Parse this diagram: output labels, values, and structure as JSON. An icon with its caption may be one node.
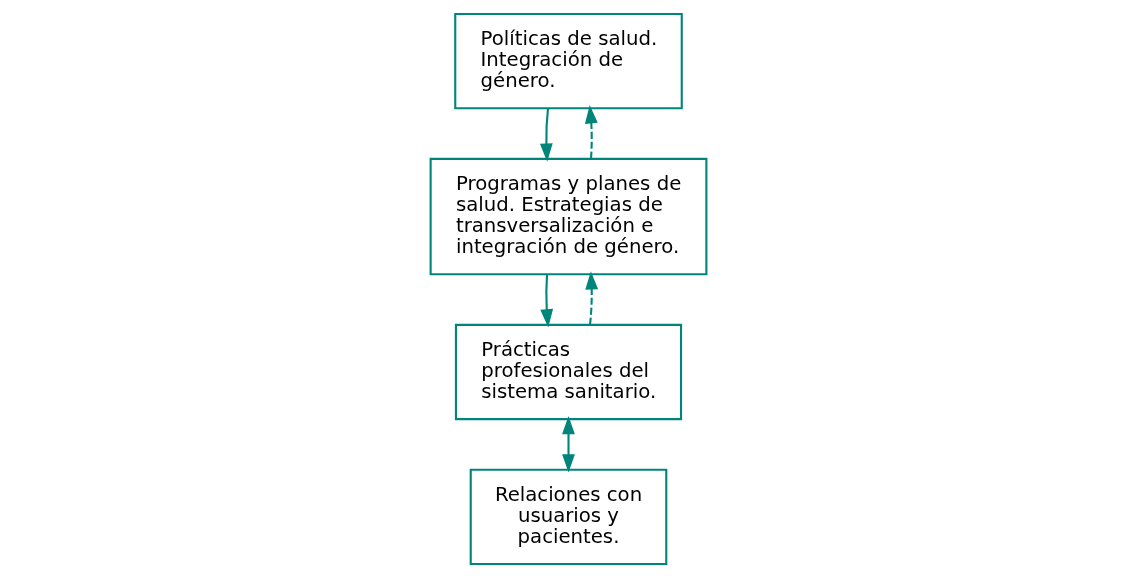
{
  "diagram": {
    "nodes": [
      {
        "text": [
          "Políticas de salud. Integración de género."
        ]
      },
      {
        "text": [
          "Programas y planes de salud. Estrategias de transversalización e integración de género."
        ]
      },
      {
        "text": [
          "Prácticas profesionales del sistema sanitario."
        ]
      },
      {
        "text": [
          "Relaciones con usuarios y pacientes."
        ]
      }
    ],
    "edges": [
      {
        "from": 0,
        "to": 1,
        "arrow": "to"
      },
      {
        "from": 1,
        "to": 0,
        "arrow": "to",
        "style": "dashed"
      },
      {
        "from": 1,
        "to": 2,
        "arrow": "to"
      },
      {
        "from": 2,
        "to": 1,
        "arrow": "to",
        "style": "dashed"
      },
      {
        "from": 2,
        "to": 3,
        "arrow": "both"
      }
    ]
  }
}
